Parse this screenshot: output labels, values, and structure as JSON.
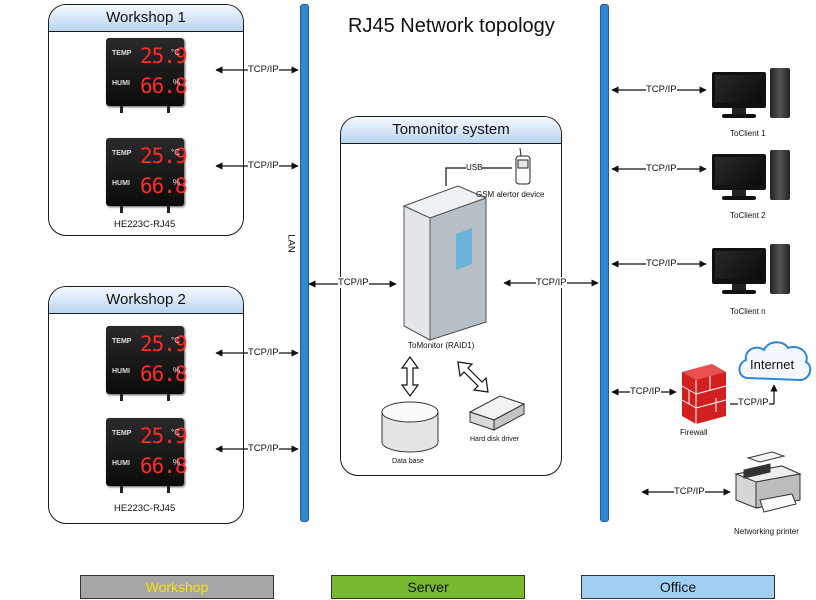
{
  "title": "RJ45 Network topology",
  "workshop1": {
    "title": "Workshop 1",
    "model": "HE223C-RJ45"
  },
  "workshop2": {
    "title": "Workshop 2",
    "model": "HE223C-RJ45"
  },
  "system": {
    "title": "Tomonitor system",
    "usb": "USB",
    "gsm": "GSM alertor device",
    "server": "ToMonitor (RAID1)",
    "database": "Data base",
    "harddisk": "Hard disk driver"
  },
  "device": {
    "temp_label": "TEMP",
    "humi_label": "HUMI",
    "temp_value": "25.9",
    "humi_value": "66.8",
    "temp_unit": "°C",
    "humi_unit": "%"
  },
  "lan_label": "LAN",
  "link_label": "TCP/IP",
  "office": {
    "clients": [
      "ToClient 1",
      "ToClient 2",
      "ToClient n"
    ],
    "firewall": "Firewall",
    "internet": "Internet",
    "printer": "Networking printer"
  },
  "legend": [
    {
      "label": "Workshop",
      "bg": "#a6a6a6",
      "fg": "#f5e200"
    },
    {
      "label": "Server",
      "bg": "#77b92e",
      "fg": "#111111"
    },
    {
      "label": "Office",
      "bg": "#9fd0f2",
      "fg": "#111111"
    }
  ],
  "colors": {
    "bus": "#2f86d6",
    "panel_header": "#b9d5f2"
  }
}
